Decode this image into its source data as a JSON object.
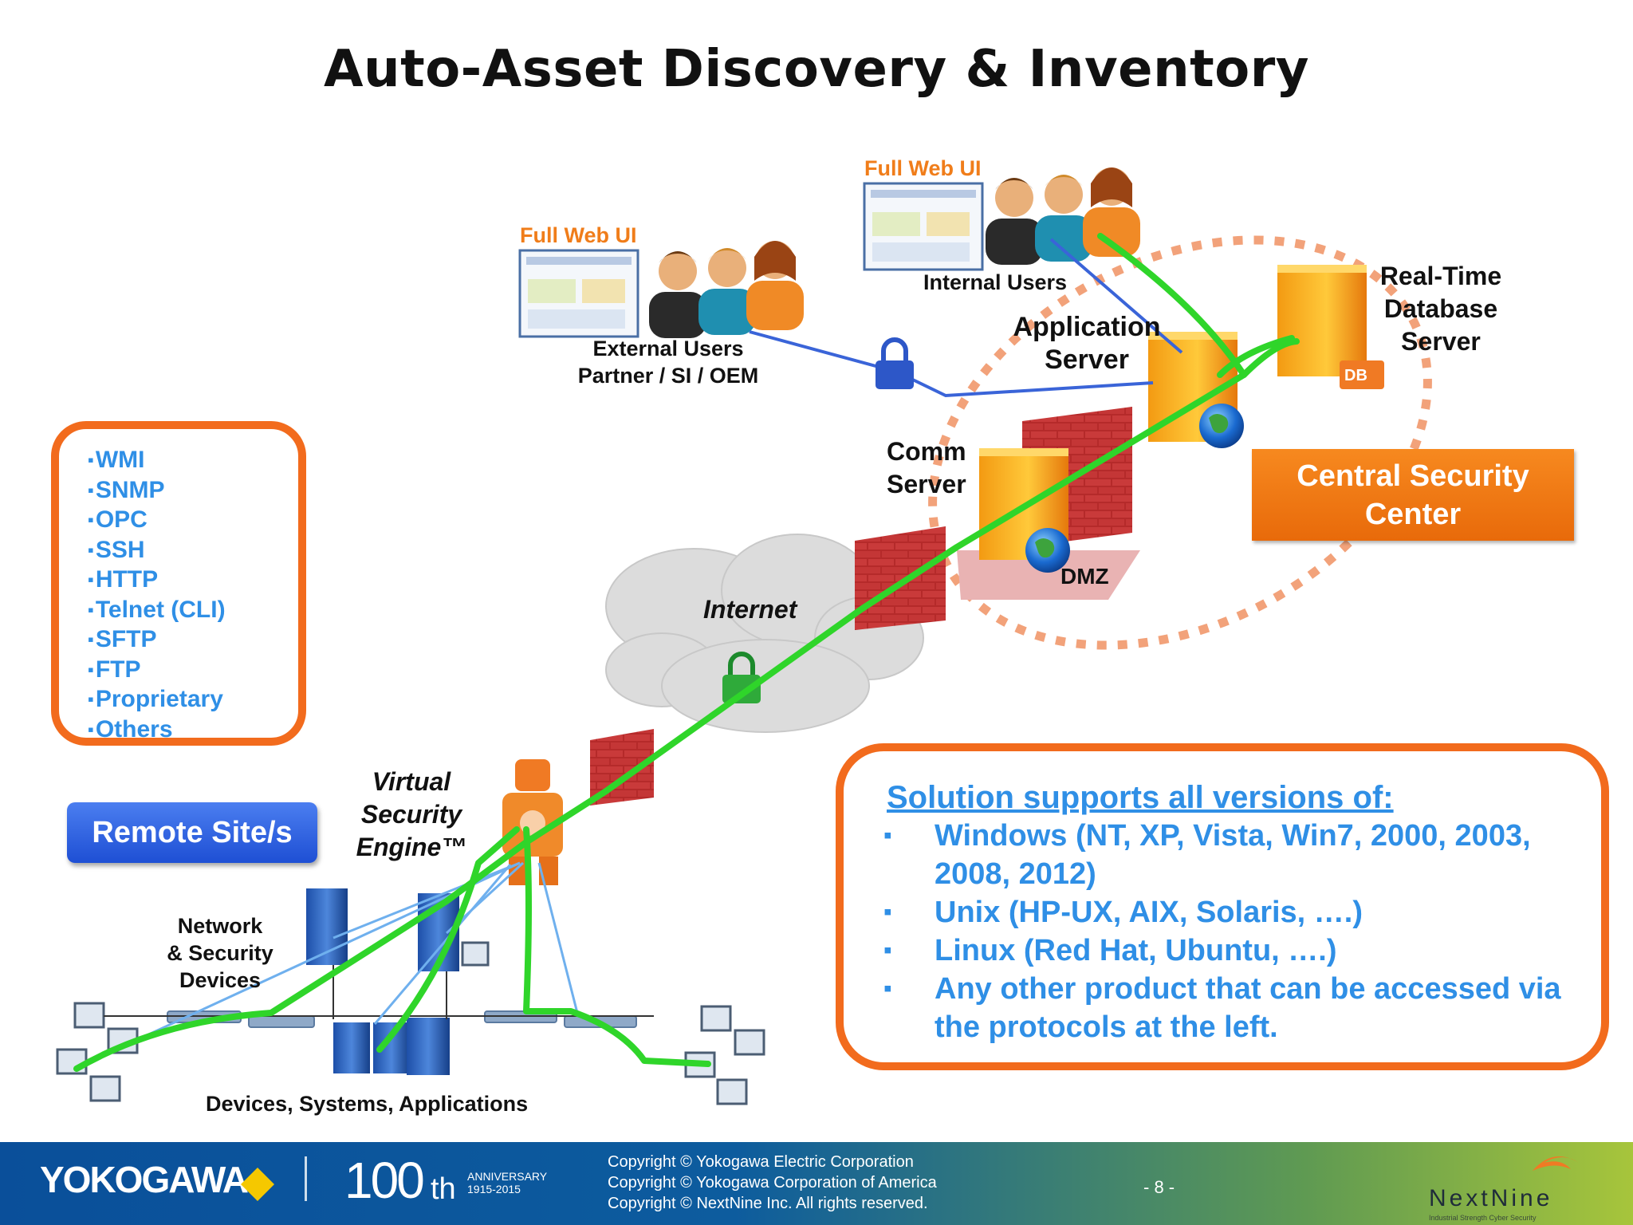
{
  "title": "Auto-Asset Discovery & Inventory",
  "labels": {
    "full_web_ui_external": "Full Web UI",
    "full_web_ui_internal": "Full Web UI",
    "internal_users": "Internal Users",
    "external_users_line1": "External Users",
    "external_users_line2": "Partner / SI / OEM",
    "application_server_line1": "Application",
    "application_server_line2": "Server",
    "realtime_db_line1": "Real-Time",
    "realtime_db_line2": "Database",
    "realtime_db_line3": "Server",
    "comm_server_line1": "Comm",
    "comm_server_line2": "Server",
    "dmz": "DMZ",
    "db_tag": "DB",
    "internet": "Internet",
    "vse_line1": "Virtual",
    "vse_line2": "Security",
    "vse_line3": "Engine™",
    "network_devices_line1": "Network",
    "network_devices_line2": "& Security",
    "network_devices_line3": "Devices",
    "devices_systems": "Devices, Systems, Applications"
  },
  "protocols": [
    "WMI",
    "SNMP",
    "OPC",
    "SSH",
    "HTTP",
    "Telnet (CLI)",
    "SFTP",
    "FTP",
    "Proprietary",
    "Others"
  ],
  "remote_site_button": "Remote Site/s",
  "central_security_center_line1": "Central Security",
  "central_security_center_line2": "Center",
  "solution": {
    "title": "Solution supports all versions of:",
    "items": [
      "Windows (NT, XP, Vista, Win7, 2000, 2003, 2008, 2012)",
      "Unix (HP-UX, AIX, Solaris, ….)",
      "Linux (Red Hat, Ubuntu, ….)",
      "Any other product that can be accessed via the protocols at the left."
    ]
  },
  "footer": {
    "logo": "YOKOGAWA",
    "centennial_number": "100",
    "centennial_suffix": "th",
    "anniversary_line1": "ANNIVERSARY",
    "anniversary_line2": "1915-2015",
    "copyright_1": "Copyright © Yokogawa Electric Corporation",
    "copyright_2": "Copyright © Yokogawa Corporation of America",
    "copyright_3": "Copyright © NextNine Inc.  All rights reserved.",
    "page_number": "- 8 -",
    "partner_logo": "NextNine",
    "partner_tagline": "Industrial Strength Cyber Security"
  },
  "colors": {
    "accent_orange": "#f26b1d",
    "text_blue": "#2f8fe6",
    "connection_green": "#2fd52a",
    "link_blue": "#3a64d8",
    "footer_blue": "#0a4f9a",
    "footer_green": "#a7c53b"
  }
}
